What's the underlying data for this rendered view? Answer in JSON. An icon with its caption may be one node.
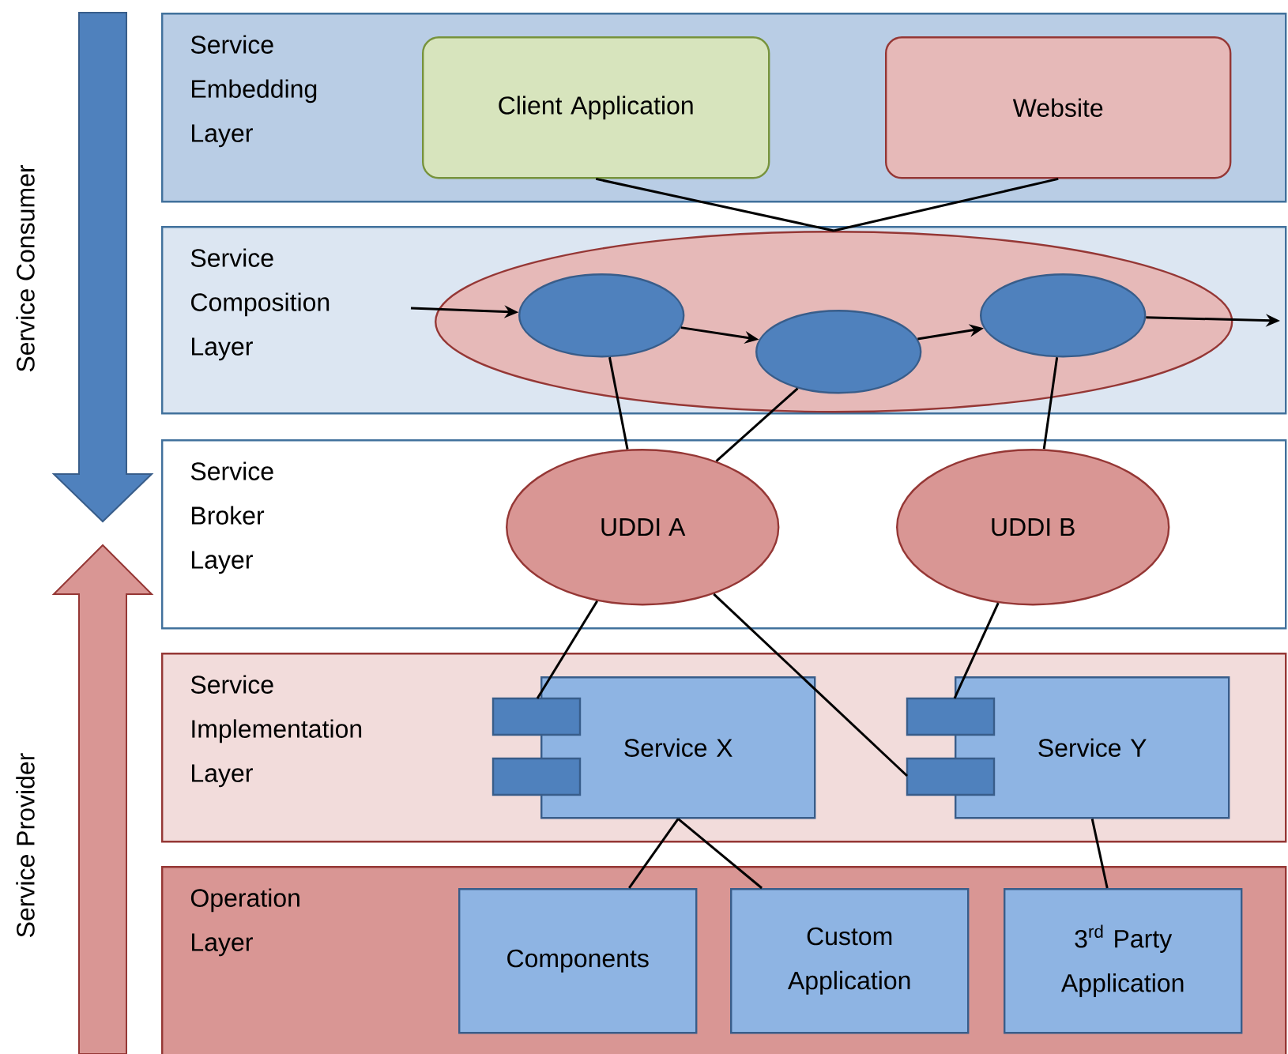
{
  "diagram": {
    "nodes": [
      {
        "text": [
          "Service Embedding Layer"
        ]
      },
      {
        "text": [
          "Client Application"
        ],
        "in": 0
      },
      {
        "text": [
          "Website"
        ],
        "in": 0
      },
      {
        "text": [
          "Service Composition Layer"
        ]
      },
      {
        "text": [],
        "shape": "ellipse",
        "in": 3
      },
      {
        "text": [],
        "shape": "ellipse",
        "in": 4
      },
      {
        "text": [],
        "shape": "ellipse",
        "in": 4
      },
      {
        "text": [],
        "shape": "ellipse",
        "in": 4
      },
      {
        "text": [
          "Service Broker Layer"
        ]
      },
      {
        "text": [
          "UDDI A"
        ],
        "in": 8
      },
      {
        "text": [
          "UDDI B"
        ],
        "in": 8
      },
      {
        "text": [
          "Service Implementation Layer"
        ]
      },
      {
        "text": [
          "Service X"
        ],
        "in": 11
      },
      {
        "text": [
          "Service Y"
        ],
        "in": 11
      },
      {
        "text": [
          "Operation Layer"
        ]
      },
      {
        "text": [
          "Components"
        ],
        "in": 14
      },
      {
        "text": [
          "Custom Application"
        ],
        "in": 14
      },
      {
        "text": [
          "3$^{rd}$ Party Application"
        ],
        "in": 14
      }
    ],
    "edges": [
      {
        "from": 1,
        "to": 4,
        "arrow": "none"
      },
      {
        "from": 2,
        "to": 4,
        "arrow": "none"
      },
      {
        "from": null,
        "to": 5,
        "arrow": "to"
      },
      {
        "from": 5,
        "to": 6,
        "arrow": "to"
      },
      {
        "from": 6,
        "to": 7,
        "arrow": "to"
      },
      {
        "from": 7,
        "to": null,
        "arrow": "to"
      },
      {
        "from": 5,
        "to": 9,
        "arrow": "none"
      },
      {
        "from": 6,
        "to": 9,
        "arrow": "none"
      },
      {
        "from": 7,
        "to": 10,
        "arrow": "none"
      },
      {
        "from": 9,
        "to": 12,
        "arrow": "none"
      },
      {
        "from": 9,
        "to": 13,
        "arrow": "none"
      },
      {
        "from": 10,
        "to": 13,
        "arrow": "none"
      },
      {
        "from": 12,
        "to": 15,
        "arrow": "none"
      },
      {
        "from": 12,
        "to": 16,
        "arrow": "none"
      },
      {
        "from": 13,
        "to": 17,
        "arrow": "none"
      }
    ],
    "labels": [
      "Service Consumer",
      "Service Provider"
    ]
  }
}
